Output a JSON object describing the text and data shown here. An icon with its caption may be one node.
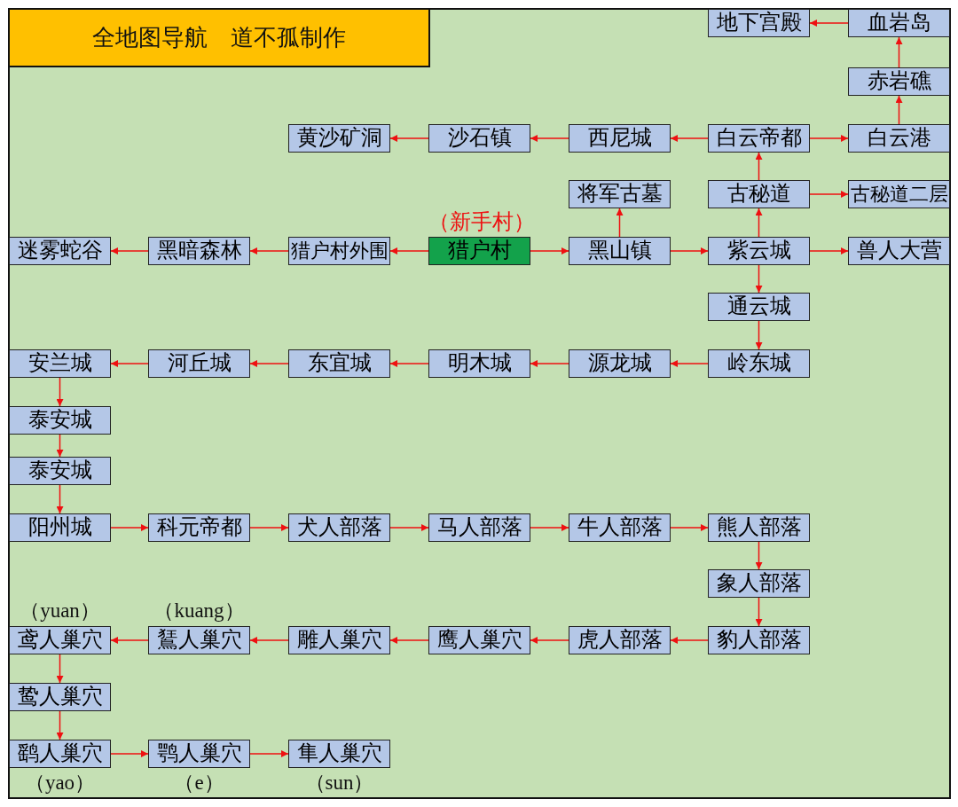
{
  "diagram": {
    "title": "全地图导航　道不孤制作",
    "nodes": [
      {
        "text": [
          "地下宫殿"
        ]
      },
      {
        "text": [
          "血岩岛"
        ]
      },
      {
        "text": [
          "赤岩礁"
        ]
      },
      {
        "text": [
          "黄沙矿洞"
        ]
      },
      {
        "text": [
          "沙石镇"
        ]
      },
      {
        "text": [
          "西尼城"
        ]
      },
      {
        "text": [
          "白云帝都"
        ]
      },
      {
        "text": [
          "白云港"
        ]
      },
      {
        "text": [
          "将军古墓"
        ]
      },
      {
        "text": [
          "古秘道"
        ]
      },
      {
        "text": [
          "古秘道二层"
        ]
      },
      {
        "text": [
          "迷雾蛇谷"
        ]
      },
      {
        "text": [
          "黑暗森林"
        ]
      },
      {
        "text": [
          "猎户村外围"
        ]
      },
      {
        "text": [
          "猎户村"
        ],
        "beside": [
          "（新手村）"
        ]
      },
      {
        "text": [
          "黑山镇"
        ]
      },
      {
        "text": [
          "紫云城"
        ]
      },
      {
        "text": [
          "兽人大营"
        ]
      },
      {
        "text": [
          "通云城"
        ]
      },
      {
        "text": [
          "安兰城"
        ]
      },
      {
        "text": [
          "河丘城"
        ]
      },
      {
        "text": [
          "东宜城"
        ]
      },
      {
        "text": [
          "明木城"
        ]
      },
      {
        "text": [
          "源龙城"
        ]
      },
      {
        "text": [
          "岭东城"
        ]
      },
      {
        "text": [
          "泰安城"
        ]
      },
      {
        "text": [
          "泰安城"
        ]
      },
      {
        "text": [
          "阳州城"
        ]
      },
      {
        "text": [
          "科元帝都"
        ]
      },
      {
        "text": [
          "犬人部落"
        ]
      },
      {
        "text": [
          "马人部落"
        ]
      },
      {
        "text": [
          "牛人部落"
        ]
      },
      {
        "text": [
          "熊人部落"
        ]
      },
      {
        "text": [
          "象人部落"
        ]
      },
      {
        "text": [
          "鸢人巢穴"
        ],
        "beside": [
          "（yuan）"
        ]
      },
      {
        "text": [
          "鵟人巢穴"
        ],
        "beside": [
          "（kuang）"
        ]
      },
      {
        "text": [
          "雕人巢穴"
        ]
      },
      {
        "text": [
          "鹰人巢穴"
        ]
      },
      {
        "text": [
          "虎人部落"
        ]
      },
      {
        "text": [
          "豹人部落"
        ]
      },
      {
        "text": [
          "鸷人巢穴"
        ]
      },
      {
        "text": [
          "鹞人巢穴"
        ],
        "beside": [
          "（yao）"
        ]
      },
      {
        "text": [
          "鹗人巢穴"
        ],
        "beside": [
          "（e）"
        ]
      },
      {
        "text": [
          "隼人巢穴"
        ],
        "beside": [
          "（sun）"
        ]
      }
    ],
    "edges": [
      {
        "from": 14,
        "to": 13,
        "arrow": "to"
      },
      {
        "from": 13,
        "to": 12,
        "arrow": "to"
      },
      {
        "from": 12,
        "to": 11,
        "arrow": "to"
      },
      {
        "from": 14,
        "to": 15,
        "arrow": "to"
      },
      {
        "from": 15,
        "to": 8,
        "arrow": "to"
      },
      {
        "from": 15,
        "to": 16,
        "arrow": "to"
      },
      {
        "from": 16,
        "to": 9,
        "arrow": "to"
      },
      {
        "from": 16,
        "to": 17,
        "arrow": "to"
      },
      {
        "from": 9,
        "to": 6,
        "arrow": "to"
      },
      {
        "from": 9,
        "to": 10,
        "arrow": "to"
      },
      {
        "from": 6,
        "to": 5,
        "arrow": "to"
      },
      {
        "from": 5,
        "to": 4,
        "arrow": "to"
      },
      {
        "from": 4,
        "to": 3,
        "arrow": "to"
      },
      {
        "from": 6,
        "to": 7,
        "arrow": "to"
      },
      {
        "from": 7,
        "to": 2,
        "arrow": "to"
      },
      {
        "from": 2,
        "to": 1,
        "arrow": "to"
      },
      {
        "from": 1,
        "to": 0,
        "arrow": "to"
      },
      {
        "from": 16,
        "to": 18,
        "arrow": "to"
      },
      {
        "from": 18,
        "to": 24,
        "arrow": "to"
      },
      {
        "from": 24,
        "to": 23,
        "arrow": "to"
      },
      {
        "from": 23,
        "to": 22,
        "arrow": "to"
      },
      {
        "from": 22,
        "to": 21,
        "arrow": "to"
      },
      {
        "from": 21,
        "to": 20,
        "arrow": "to"
      },
      {
        "from": 20,
        "to": 19,
        "arrow": "to"
      },
      {
        "from": 19,
        "to": 25,
        "arrow": "to"
      },
      {
        "from": 25,
        "to": 26,
        "arrow": "to"
      },
      {
        "from": 26,
        "to": 27,
        "arrow": "to"
      },
      {
        "from": 27,
        "to": 28,
        "arrow": "to"
      },
      {
        "from": 28,
        "to": 29,
        "arrow": "to"
      },
      {
        "from": 29,
        "to": 30,
        "arrow": "to"
      },
      {
        "from": 30,
        "to": 31,
        "arrow": "to"
      },
      {
        "from": 31,
        "to": 32,
        "arrow": "to"
      },
      {
        "from": 32,
        "to": 33,
        "arrow": "to"
      },
      {
        "from": 33,
        "to": 39,
        "arrow": "to"
      },
      {
        "from": 39,
        "to": 38,
        "arrow": "to"
      },
      {
        "from": 38,
        "to": 37,
        "arrow": "to"
      },
      {
        "from": 37,
        "to": 36,
        "arrow": "to"
      },
      {
        "from": 36,
        "to": 35,
        "arrow": "to"
      },
      {
        "from": 35,
        "to": 34,
        "arrow": "to"
      },
      {
        "from": 34,
        "to": 40,
        "arrow": "to"
      },
      {
        "from": 40,
        "to": 41,
        "arrow": "to"
      },
      {
        "from": 41,
        "to": 42,
        "arrow": "to"
      },
      {
        "from": 42,
        "to": 43,
        "arrow": "to"
      }
    ]
  }
}
